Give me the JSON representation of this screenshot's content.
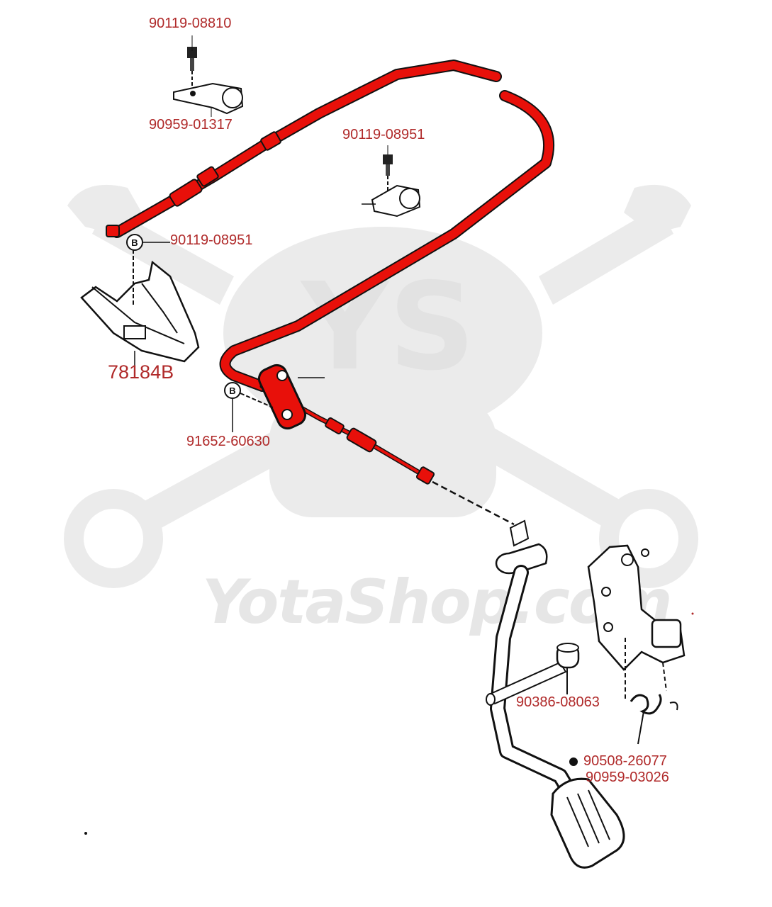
{
  "watermark": {
    "text": "YotaShop.com",
    "logo": "YS"
  },
  "colors": {
    "cable": "#e8100a",
    "label": "#b02a2a",
    "line": "#111111",
    "watermark": "#e6e6e6"
  },
  "parts": {
    "bolt_top": "90119-08810",
    "clamp_top": "90959-01317",
    "bolt_mid": "90119-08951",
    "bolt_left": "90119-08951",
    "bracket": "78184B",
    "grommet_clip": "91652-60630",
    "bushing": "90386-08063",
    "spring": "90508-26077",
    "pedal_clip": "90959-03026"
  },
  "markers": {
    "b1": "B",
    "b2": "B"
  }
}
